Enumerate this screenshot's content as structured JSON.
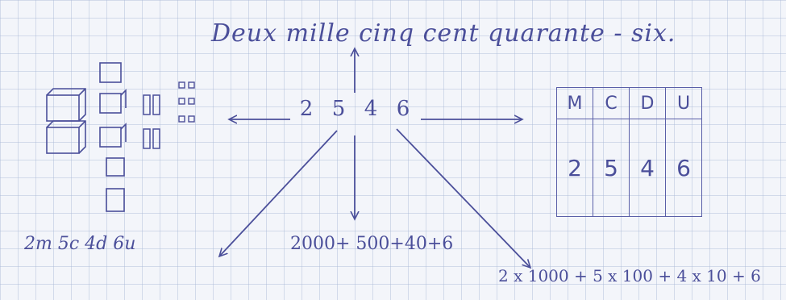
{
  "title": "Deux mille cinq cent quarante - six.",
  "number_digits": [
    "2",
    "5",
    "4",
    "6"
  ],
  "decomposition_units": "2m 5c 4d 6u",
  "decomposition_addition": "2000+ 500+40+6",
  "decomposition_multiplication": "2 x 1000 + 5 x 100 + 4 x 10 + 6",
  "table": {
    "headers": [
      "M",
      "C",
      "D",
      "U"
    ],
    "values": [
      "2",
      "5",
      "4",
      "6"
    ]
  },
  "colors": {
    "ink": "#4b4f9a",
    "paper": "#f3f5fa",
    "grid": "#aab9d7"
  }
}
